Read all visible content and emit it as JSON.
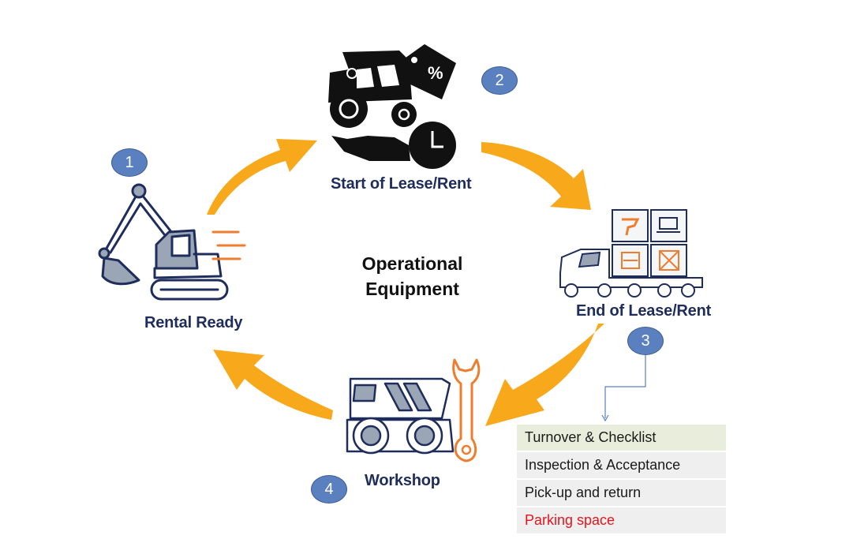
{
  "center": {
    "line1": "Operational",
    "line2": "Equipment"
  },
  "stages": [
    {
      "number": "1",
      "label": "Rental Ready"
    },
    {
      "number": "2",
      "label": "Start of Lease/Rent"
    },
    {
      "number": "3",
      "label": "End of Lease/Rent"
    },
    {
      "number": "4",
      "label": "Workshop"
    }
  ],
  "details": [
    {
      "text": "Turnover & Checklist"
    },
    {
      "text": "Inspection & Acceptance"
    },
    {
      "text": "Pick-up and return"
    },
    {
      "text": "Parking space",
      "color": "#e8141b"
    }
  ],
  "colors": {
    "arrow": "#f7a81b",
    "label": "#1f2d5c",
    "badge": "#5b80bf",
    "icon_outline": "#1f2d5c",
    "icon_fill": "#9aa6b5",
    "accent": "#ee7d2f",
    "connector": "#5b80bf"
  },
  "icons": [
    "excavator-icon",
    "tractor-rent-icon",
    "truck-crates-icon",
    "dump-truck-wrench-icon"
  ]
}
